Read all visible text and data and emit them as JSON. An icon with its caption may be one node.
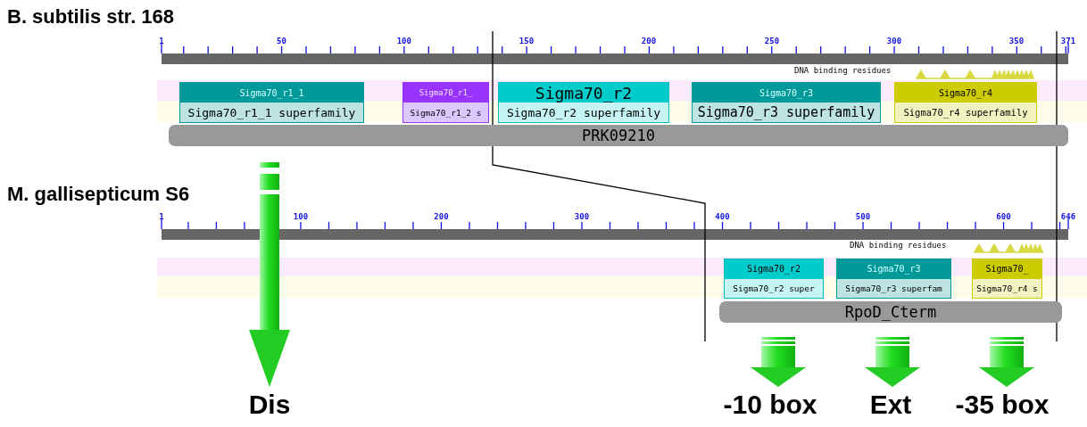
{
  "diagram": {
    "nodes": [
      {
        "text": [
          "Sigma70_r1_1",
          "Sigma70_r1_1 superfamily"
        ]
      },
      {
        "text": [
          "Sigma70_r1_",
          "Sigma70_r1_2 s"
        ]
      },
      {
        "text": [
          "Sigma70_r2",
          "Sigma70_r2 superfamily"
        ]
      },
      {
        "text": [
          "Sigma70_r3",
          "Sigma70_r3 superfamily"
        ]
      },
      {
        "text": [
          "Sigma70_r4",
          "Sigma70_r4 superfamily"
        ]
      },
      {
        "text": [
          "PRK09210"
        ]
      },
      {
        "text": [
          "Sigma70_r2",
          "Sigma70_r2 super"
        ]
      },
      {
        "text": [
          "Sigma70_r3",
          "Sigma70_r3 superfam"
        ]
      },
      {
        "text": [
          "Sigma70_",
          "Sigma70_r4 s"
        ]
      },
      {
        "text": [
          "RpoD_Cterm"
        ]
      },
      {
        "text": [
          "Dis"
        ]
      },
      {
        "text": [
          "-10 box"
        ]
      },
      {
        "text": [
          "Ext"
        ]
      },
      {
        "text": [
          "-35 box"
        ]
      }
    ],
    "edges": [
      {
        "from": null,
        "to": 10,
        "arrow": "to"
      },
      {
        "from": null,
        "to": 11,
        "arrow": "to"
      },
      {
        "from": null,
        "to": 12,
        "arrow": "to"
      },
      {
        "from": null,
        "to": 13,
        "arrow": "to"
      }
    ],
    "labels": [
      "B. subtilis str. 168",
      "1",
      "50",
      "100",
      "150",
      "200",
      "250",
      "300",
      "350",
      "371",
      "DNA binding residues",
      "M. gallisepticum S6",
      "1",
      "100",
      "200",
      "300",
      "400",
      "500",
      "600",
      "646",
      "DNA binding residues"
    ]
  }
}
